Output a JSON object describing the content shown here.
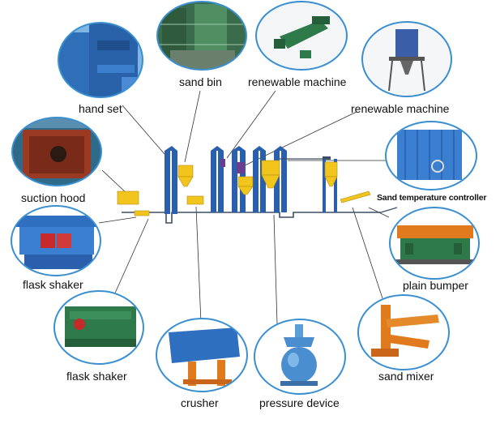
{
  "labels": {
    "sand_bin": "sand bin",
    "renewable_machine_1": "renewable machine",
    "renewable_machine_2": "renewable machine",
    "hand_set": "hand set",
    "suction_hood": "suction hood",
    "sand_temperature_controller": "Sand temperature controller",
    "flask_shaker_1": "flask shaker",
    "plain_bumper": "plain bumper",
    "flask_shaker_2": "flask shaker",
    "sand_mixer": "sand mixer",
    "crusher": "crusher",
    "pressure_device": "pressure device"
  },
  "colors": {
    "outline": "#3a8fd0",
    "leader_line": "#333333",
    "hopper": "#f2c51c",
    "structure": "#2a5fae",
    "blue_machine": "#2f6fc0",
    "orange_machine": "#e07a1c",
    "green_machine": "#2f7a4a"
  }
}
